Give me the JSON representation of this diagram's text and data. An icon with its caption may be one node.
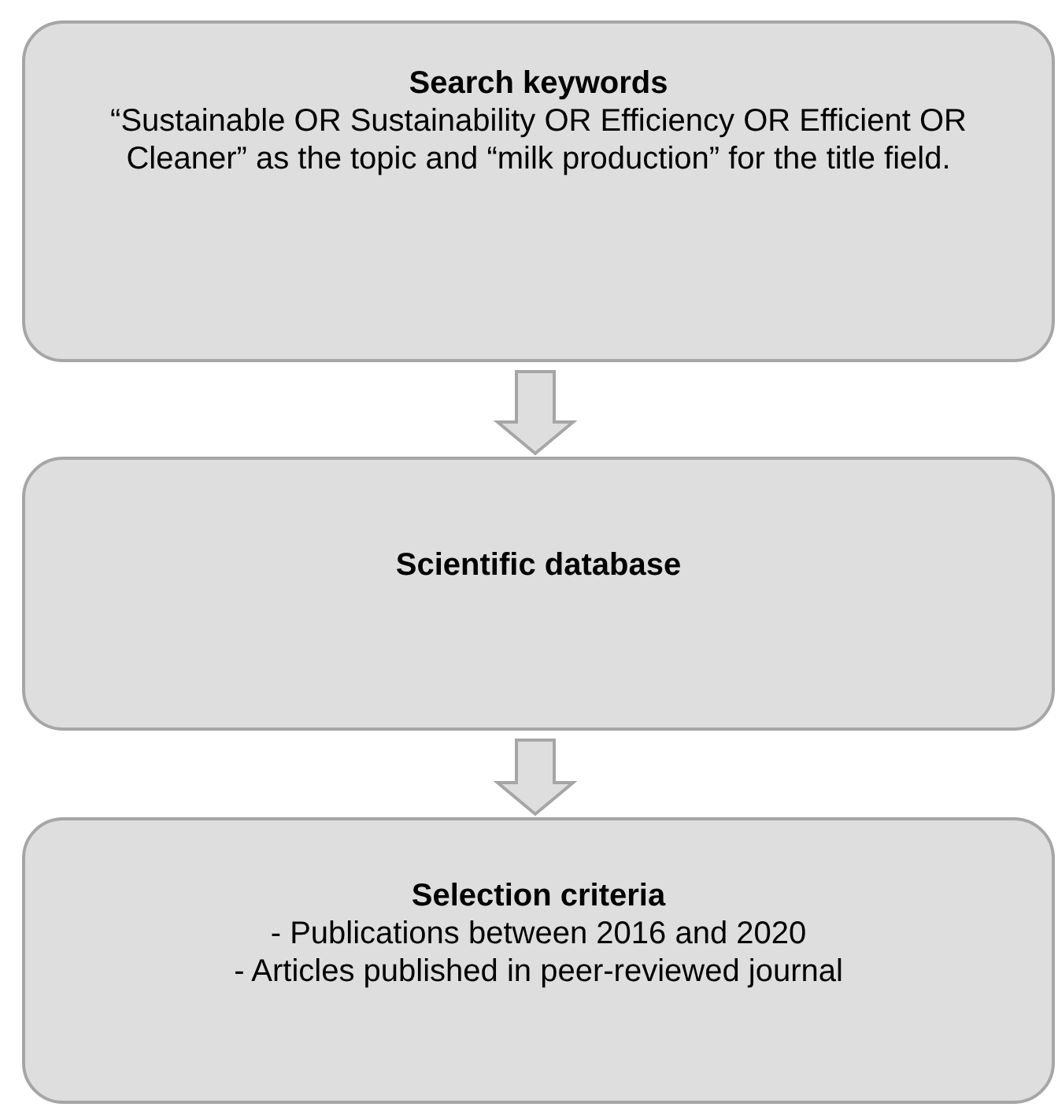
{
  "diagram": {
    "nodes": [
      {
        "text": [
          "Search keywords",
          "“Sustainable OR Sustainability OR Efficiency OR Efficient OR Cleaner” as the topic and “milk production” for the title field."
        ]
      },
      {
        "text": [
          "Scientific database"
        ]
      },
      {
        "text": [
          "Selection criteria",
          "- Publications between 2016 and 2020",
          "- Articles published in peer-reviewed journal"
        ]
      }
    ],
    "edges": [
      {
        "from": 0,
        "to": 1,
        "arrow": "to"
      },
      {
        "from": 1,
        "to": 2,
        "arrow": "to"
      }
    ]
  }
}
